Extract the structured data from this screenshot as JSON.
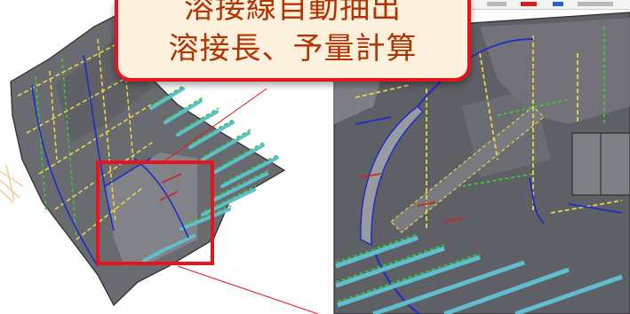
{
  "callout": {
    "line1": "溶接線自動抽出",
    "line2": "溶接長、予量計算"
  },
  "colors": {
    "callout_fill": "#fdf0dc",
    "callout_border": "#e8131d",
    "callout_text": "#b23400",
    "selection_box": "#e8131d",
    "hull_plate": "#67686d",
    "hull_stiffener": "#64c2d2",
    "weld_green": "#3ec43b",
    "weld_yellow": "#e7d54a",
    "weld_blue": "#1e2cc8",
    "weld_red": "#c3291e"
  },
  "views": {
    "left": "hull-block-overview",
    "right": "hull-block-interior-detail"
  }
}
